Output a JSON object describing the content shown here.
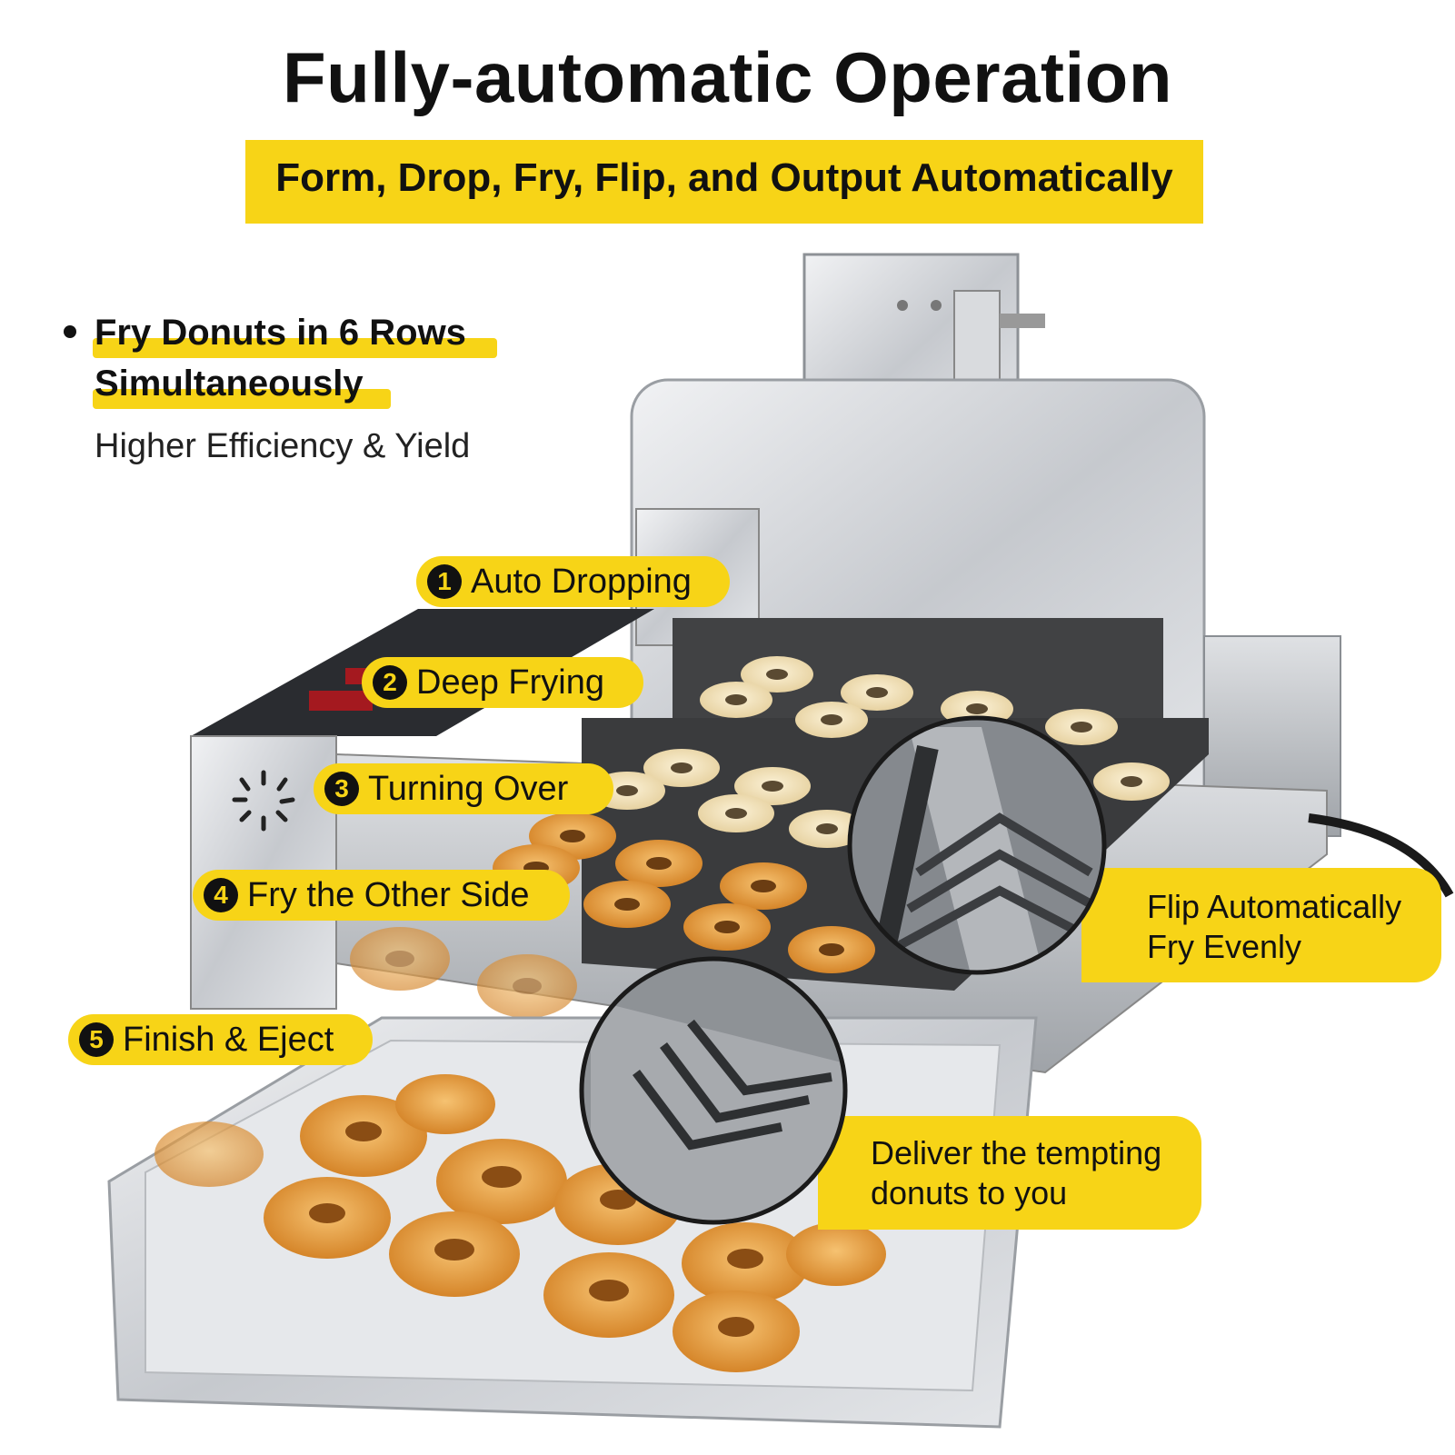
{
  "header": {
    "title": "Fully-automatic Operation",
    "subtitle": "Form, Drop, Fry, Flip, and Output Automatically"
  },
  "feature": {
    "line1": "Fry Donuts in 6 Rows",
    "line2": "Simultaneously",
    "sub": "Higher Efficiency & Yield"
  },
  "steps": [
    {
      "num": "1",
      "label": "Auto Dropping"
    },
    {
      "num": "2",
      "label": "Deep Frying"
    },
    {
      "num": "3",
      "label": "Turning Over"
    },
    {
      "num": "4",
      "label": "Fry the Other Side"
    },
    {
      "num": "5",
      "label": "Finish & Eject"
    }
  ],
  "callouts": {
    "flip_line1": "Flip Automatically",
    "flip_line2": "Fry Evenly",
    "deliver_line1": "Deliver the tempting",
    "deliver_line2": "donuts to you"
  },
  "colors": {
    "accent": "#f7d417",
    "text": "#111111",
    "steel": "#c9ccd0",
    "donut": "#e39a3a"
  }
}
